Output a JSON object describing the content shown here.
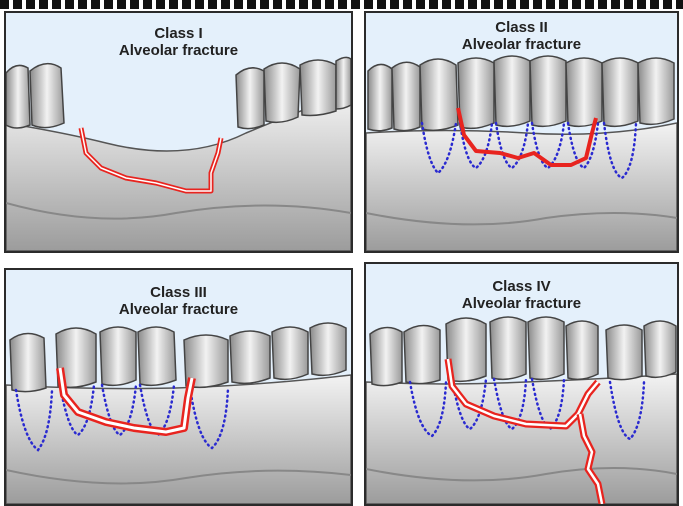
{
  "panels": [
    {
      "class_label": "Class I",
      "type_label": "Alveolar fracture"
    },
    {
      "class_label": "Class II",
      "type_label": "Alveolar fracture"
    },
    {
      "class_label": "Class III",
      "type_label": "Alveolar fracture"
    },
    {
      "class_label": "Class IV",
      "type_label": "Alveolar fracture"
    }
  ],
  "colors": {
    "background": "#e4f0fb",
    "bone": "#dcdcdc",
    "fracture_line": "#e8241f",
    "root_outline": "#2a2ad0"
  }
}
